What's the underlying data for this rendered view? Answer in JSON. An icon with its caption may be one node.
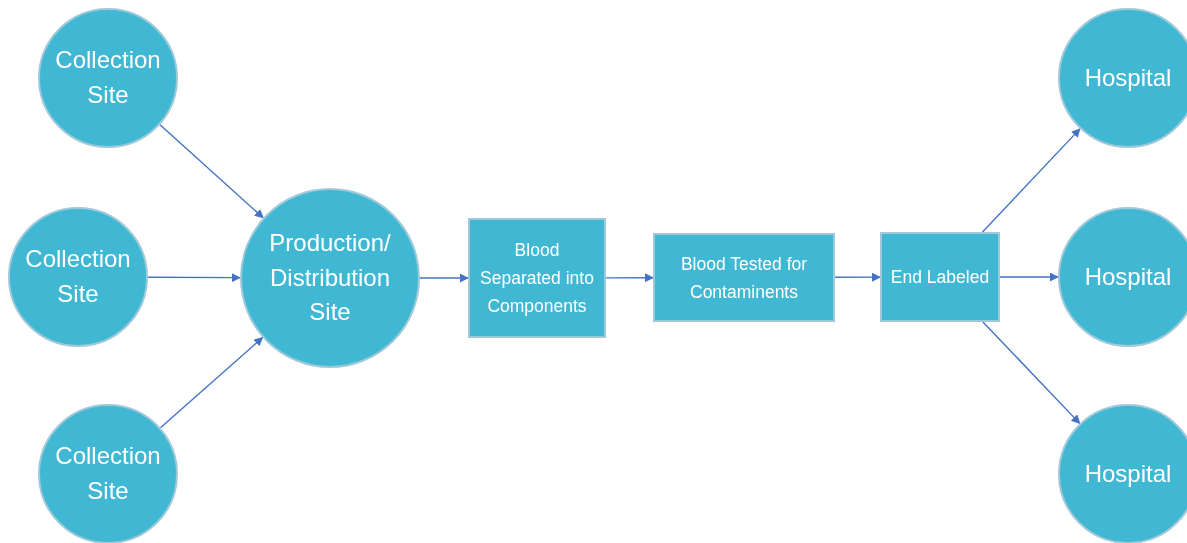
{
  "diagram": {
    "nodes": [
      {
        "text": [
          "Collection Site"
        ]
      },
      {
        "text": [
          "Collection Site"
        ]
      },
      {
        "text": [
          "Collection Site"
        ]
      },
      {
        "text": [
          "Production/ Distribution Site"
        ]
      },
      {
        "text": [
          "Blood Separated into Components"
        ]
      },
      {
        "text": [
          "Blood Tested for Contaminents"
        ]
      },
      {
        "text": [
          "End Labeled"
        ]
      },
      {
        "text": [
          "Hospital"
        ]
      },
      {
        "text": [
          "Hospital"
        ]
      },
      {
        "text": [
          "Hospital"
        ]
      }
    ],
    "edges": [
      {
        "from": 0,
        "to": 3,
        "arrow": "to"
      },
      {
        "from": 1,
        "to": 3,
        "arrow": "to"
      },
      {
        "from": 2,
        "to": 3,
        "arrow": "to"
      },
      {
        "from": 3,
        "to": 4,
        "arrow": "to"
      },
      {
        "from": 4,
        "to": 5,
        "arrow": "to"
      },
      {
        "from": 5,
        "to": 6,
        "arrow": "to"
      },
      {
        "from": 6,
        "to": 7,
        "arrow": "to"
      },
      {
        "from": 6,
        "to": 8,
        "arrow": "to"
      },
      {
        "from": 6,
        "to": 9,
        "arrow": "to"
      }
    ]
  }
}
